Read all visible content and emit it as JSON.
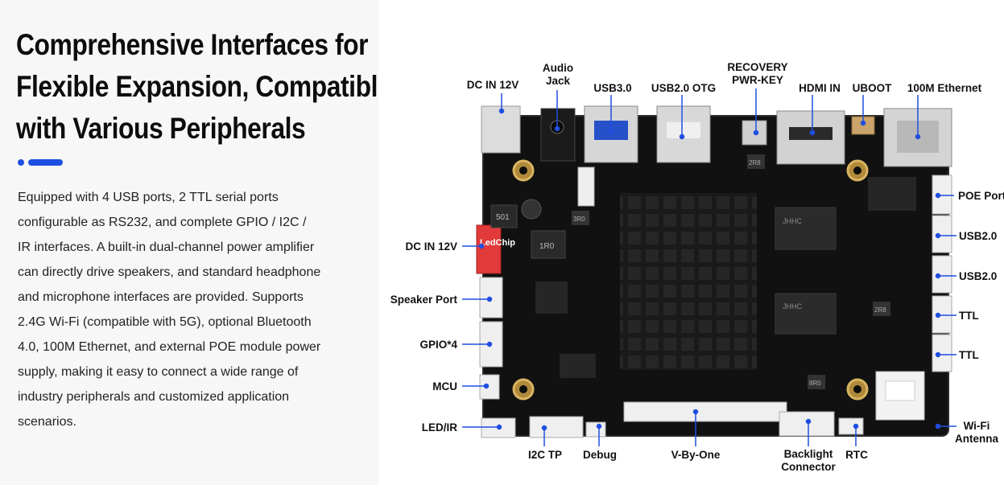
{
  "headline": {
    "lines": [
      "Comprehensive Interfaces for",
      "Flexible Expansion, Compatible",
      "with Various Peripherals"
    ]
  },
  "accent_color": "#1f4fe0",
  "description": {
    "lines": [
      "Equipped with 4 USB ports, 2 TTL serial ports",
      "configurable as RS232, and complete GPIO / I2C /",
      "IR interfaces. A built-in dual-channel power amplifier",
      "can directly drive speakers, and standard headphone",
      "and microphone interfaces are provided. Supports",
      "2.4G Wi-Fi (compatible with 5G), optional Bluetooth",
      "4.0, 100M Ethernet, and external POE module power",
      "supply, making it easy to connect a wide range of",
      "industry peripherals and customized application",
      "scenarios."
    ]
  },
  "board": {
    "labels": {
      "dc_in_top": "DC IN 12V",
      "audio_jack": [
        "Audio",
        "Jack"
      ],
      "usb3": "USB3.0",
      "usb2_otg": "USB2.0 OTG",
      "recovery": [
        "RECOVERY",
        "PWR-KEY"
      ],
      "hdmi_in": "HDMI IN",
      "uboot": "UBOOT",
      "ethernet": "100M Ethernet",
      "poe_port": "POE Port",
      "usb2_a": "USB2.0",
      "usb2_b": "USB2.0",
      "ttl_a": "TTL",
      "ttl_b": "TTL",
      "wifi_antenna": [
        "Wi-Fi",
        "Antenna"
      ],
      "dc_in_left": "DC IN 12V",
      "speaker_port": "Speaker Port",
      "gpio": "GPIO*4",
      "mcu": "MCU",
      "led_ir": "LED/IR",
      "i2c_tp": "I2C TP",
      "debug": "Debug",
      "vbyone": "V-By-One",
      "backlight": [
        "Backlight",
        "Connector"
      ],
      "rtc": "RTC"
    },
    "silkscreen": {
      "brand": "LedChip",
      "chip_mark": "JHHC",
      "inductor_a": "1R0",
      "inductor_b": "501",
      "small_a": "2R8",
      "small_b": "3R0",
      "small_c": "2R8",
      "small_d": "8R0"
    }
  }
}
